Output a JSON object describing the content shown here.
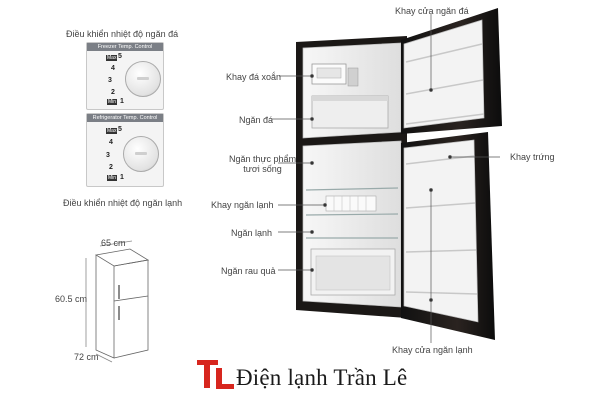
{
  "labels": {
    "freezer_control": "Điều khiển nhiệt độ ngăn đá",
    "fridge_control": "Điều khiển nhiệt độ ngăn lạnh",
    "ice_tray": "Khay đá xoắn",
    "freezer": "Ngăn đá",
    "fresh_food": "Ngăn thực phẩm\ntươi sống",
    "cold_shelf": "Khay ngăn lạnh",
    "fridge": "Ngăn lạnh",
    "vegetable": "Ngăn rau quả",
    "freezer_door_shelf": "Khay cửa ngăn đá",
    "egg_tray": "Khay trứng",
    "fridge_door_shelf": "Khay cửa ngăn lạnh"
  },
  "control_panels": {
    "freezer_title": "Freezer Temp. Control",
    "fridge_title": "Refrigerator Temp. Control",
    "max_tag": "Max",
    "min_tag": "Min",
    "scale": [
      "5",
      "4",
      "3",
      "2",
      "1"
    ]
  },
  "dimensions": {
    "width": "65 cm",
    "height": "60.5 cm",
    "depth": "72 cm"
  },
  "brand": {
    "logo_letters": "TL",
    "name": "Điện lạnh Trần Lê",
    "logo_color": "#d7261e"
  }
}
